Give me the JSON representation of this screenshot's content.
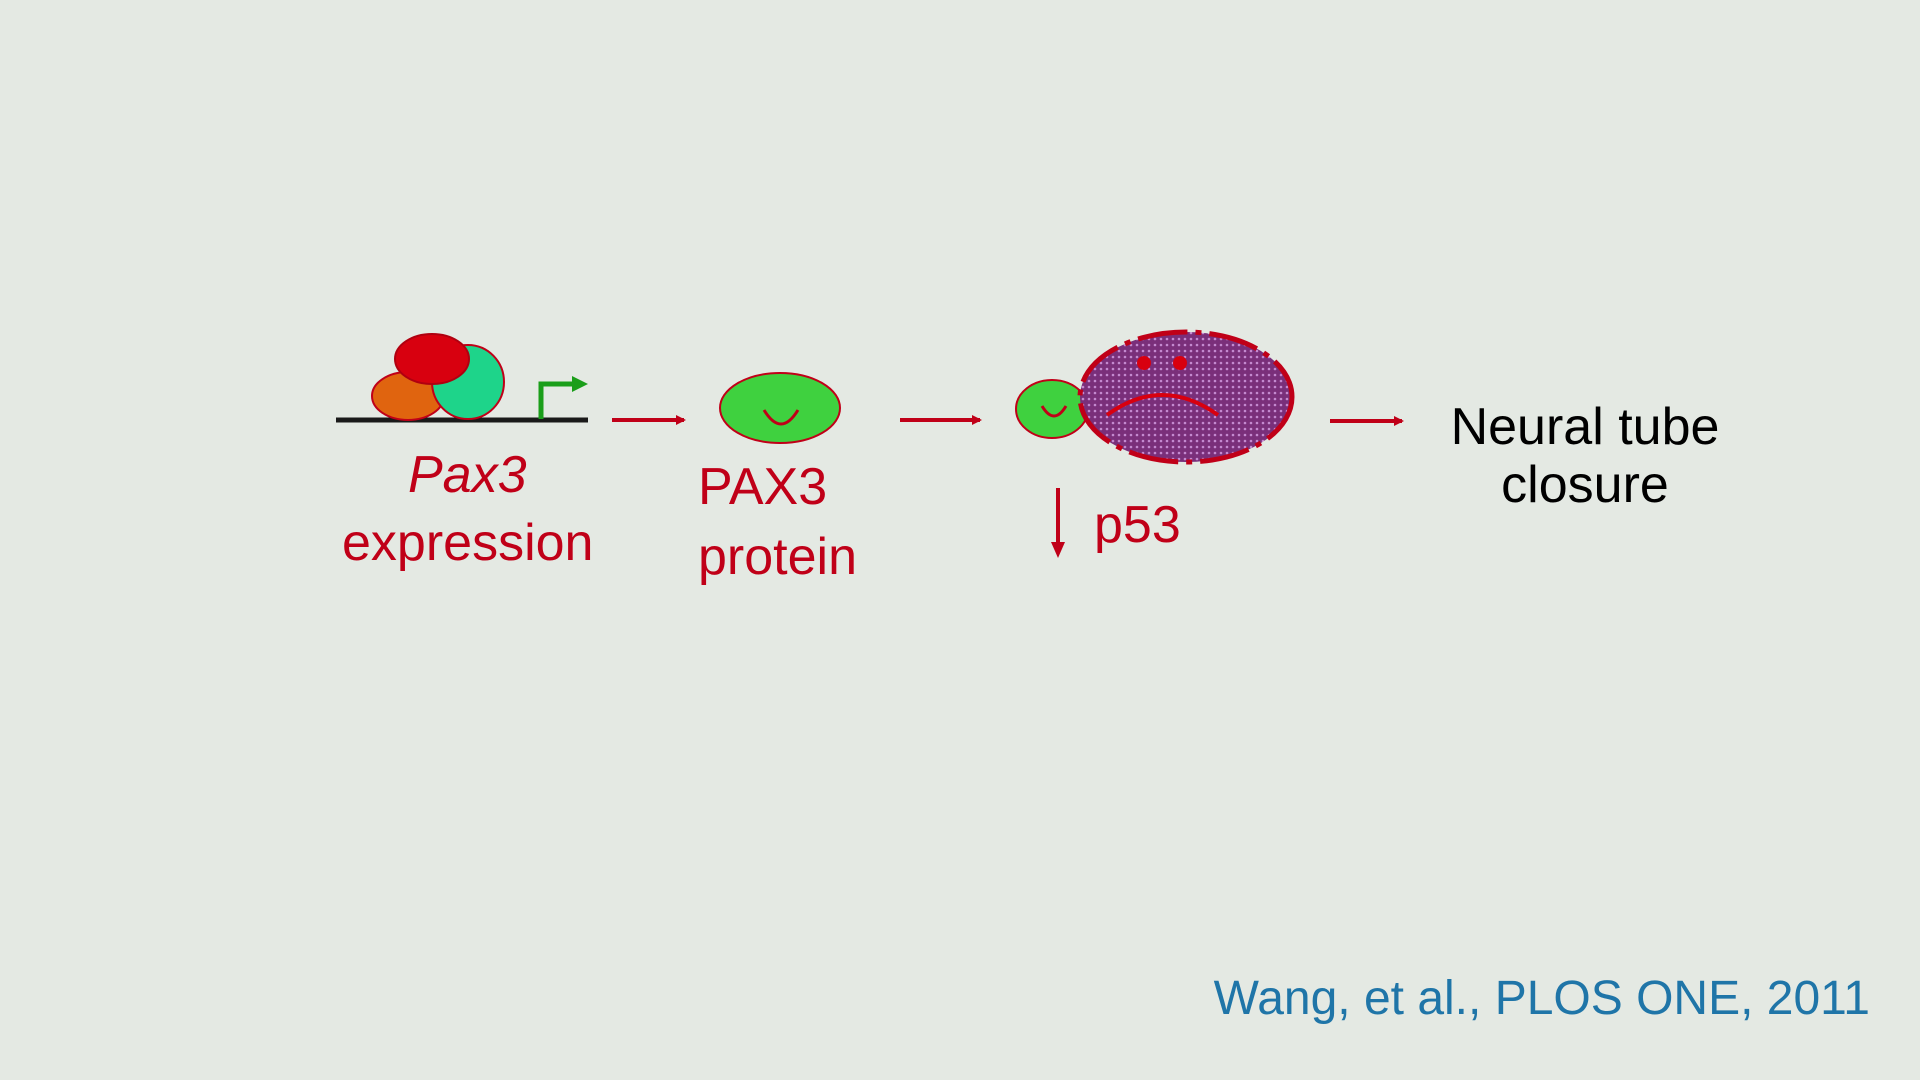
{
  "colors": {
    "background": "#e4e9e3",
    "arrow_red": "#c00018",
    "protein_green": "#3fd13f",
    "factor_red": "#d8000f",
    "factor_orange": "#e0640f",
    "factor_teal": "#1ed48a",
    "p53_purple": "#7a2f7a",
    "promoter_green": "#1a9e1a",
    "label_red": "#c00018",
    "label_black": "#000000",
    "citation_blue": "#1f75a8"
  },
  "labels": {
    "gene": "Pax3",
    "gene_expression": "expression",
    "protein_line1": "PAX3",
    "protein_line2": "protein",
    "p53": "p53",
    "outcome_line1": "Neural tube",
    "outcome_line2": "closure"
  },
  "citation": "Wang, et al., PLOS ONE, 2011",
  "icons": {
    "promoter": "bent-arrow-icon",
    "protein": "smiling-green-ellipse-icon",
    "p53": "frowning-purple-ellipse-icon",
    "decrease": "down-arrow-icon",
    "flow": "right-arrow-icon"
  }
}
